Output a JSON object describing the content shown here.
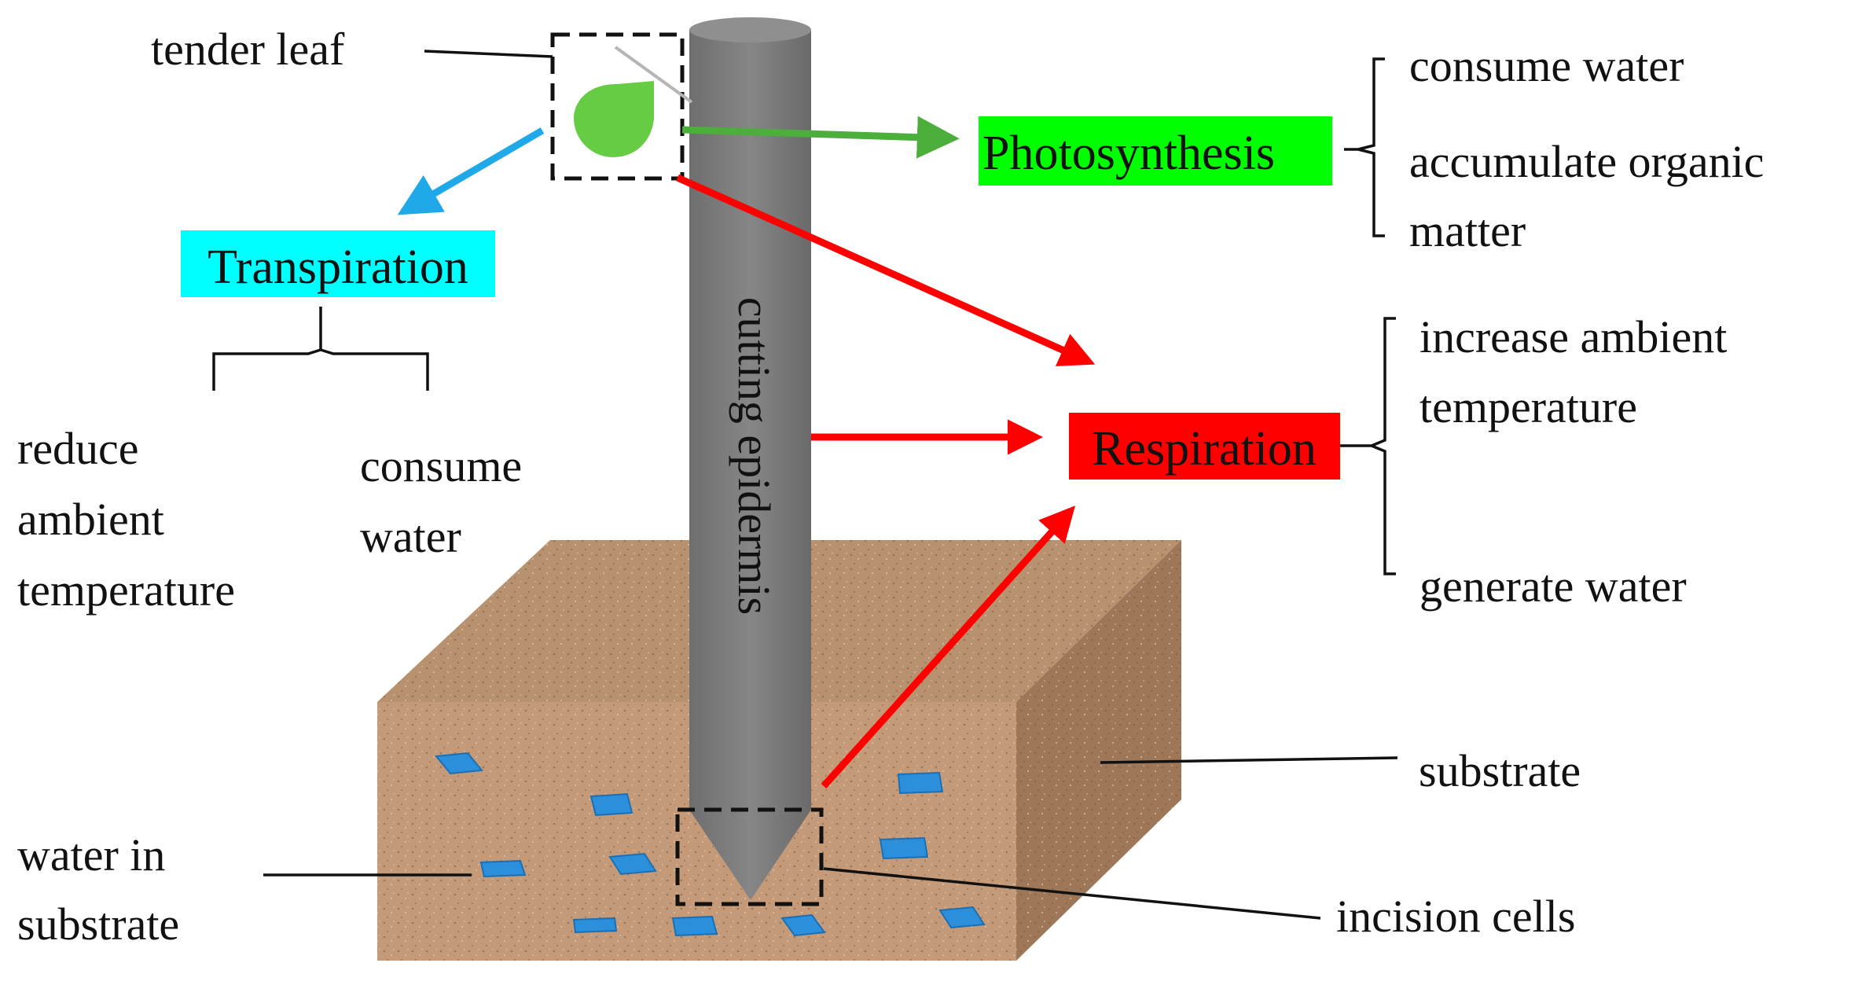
{
  "labels": {
    "tender_leaf": "tender leaf",
    "cutting_epidermis": "cutting epidermis",
    "water_in_substrate_l1": "water in",
    "water_in_substrate_l2": "substrate",
    "substrate": "substrate",
    "incision_cells": "incision cells"
  },
  "processes": {
    "photosynthesis": {
      "label": "Photosynthesis",
      "color": "#00ff00"
    },
    "transpiration": {
      "label": "Transpiration",
      "color": "#00ffff"
    },
    "respiration": {
      "label": "Respiration",
      "color": "#ff0000"
    }
  },
  "effects": {
    "photosynthesis": [
      "consume water",
      "accumulate organic",
      "matter"
    ],
    "respiration": [
      "increase ambient",
      "temperature",
      "generate water"
    ],
    "transpiration_left": [
      "reduce",
      "ambient",
      "temperature"
    ],
    "transpiration_right": [
      "consume",
      "water"
    ]
  },
  "colors": {
    "arrow_green": "#4caf3c",
    "arrow_blue": "#1fa9e8",
    "arrow_red": "#ff0000",
    "leaf": "#66cc44",
    "stem": "#7a7a7a",
    "soil_front": "#c49a78",
    "soil_top": "#b8916f",
    "soil_side": "#9e7759",
    "water_patch": "#2b8fdc"
  }
}
